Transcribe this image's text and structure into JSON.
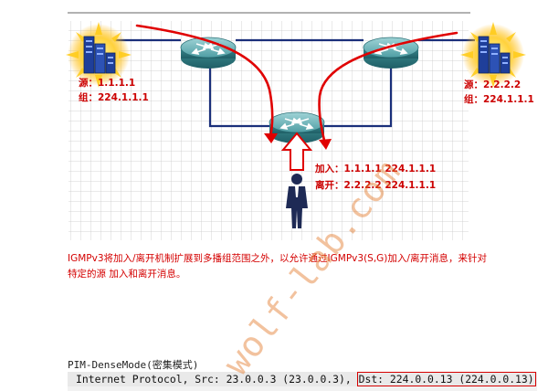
{
  "source_left": {
    "ip_label": "源：1.1.1.1",
    "group_label": "组：224.1.1.1"
  },
  "source_right": {
    "ip_label": "源：2.2.2.2",
    "group_label": "组：224.1.1.1"
  },
  "receiver": {
    "join_label": "加入：1.1.1.1 224.1.1.1",
    "leave_label": "离开：2.2.2.2 224.1.1.1"
  },
  "note_text": "IGMPv3将加入/离开机制扩展到多播组范围之外，以允许通过IGMPv3(S,G)加入/离开消息，来针对特定的源 加入和离开消息。",
  "mode_title": "PIM-DenseMode(密集模式)",
  "packet": {
    "prefix": "Internet Protocol, Src: 23.0.0.3 (23.0.0.3), ",
    "dst": "Dst: 224.0.0.13 (224.0.0.13)"
  },
  "watermark_text": "wolf-lab.com",
  "colors": {
    "link": "#1a2f7a",
    "arrow": "#e00000",
    "grid": "#c8c8c8",
    "router": "#3f8f96"
  }
}
